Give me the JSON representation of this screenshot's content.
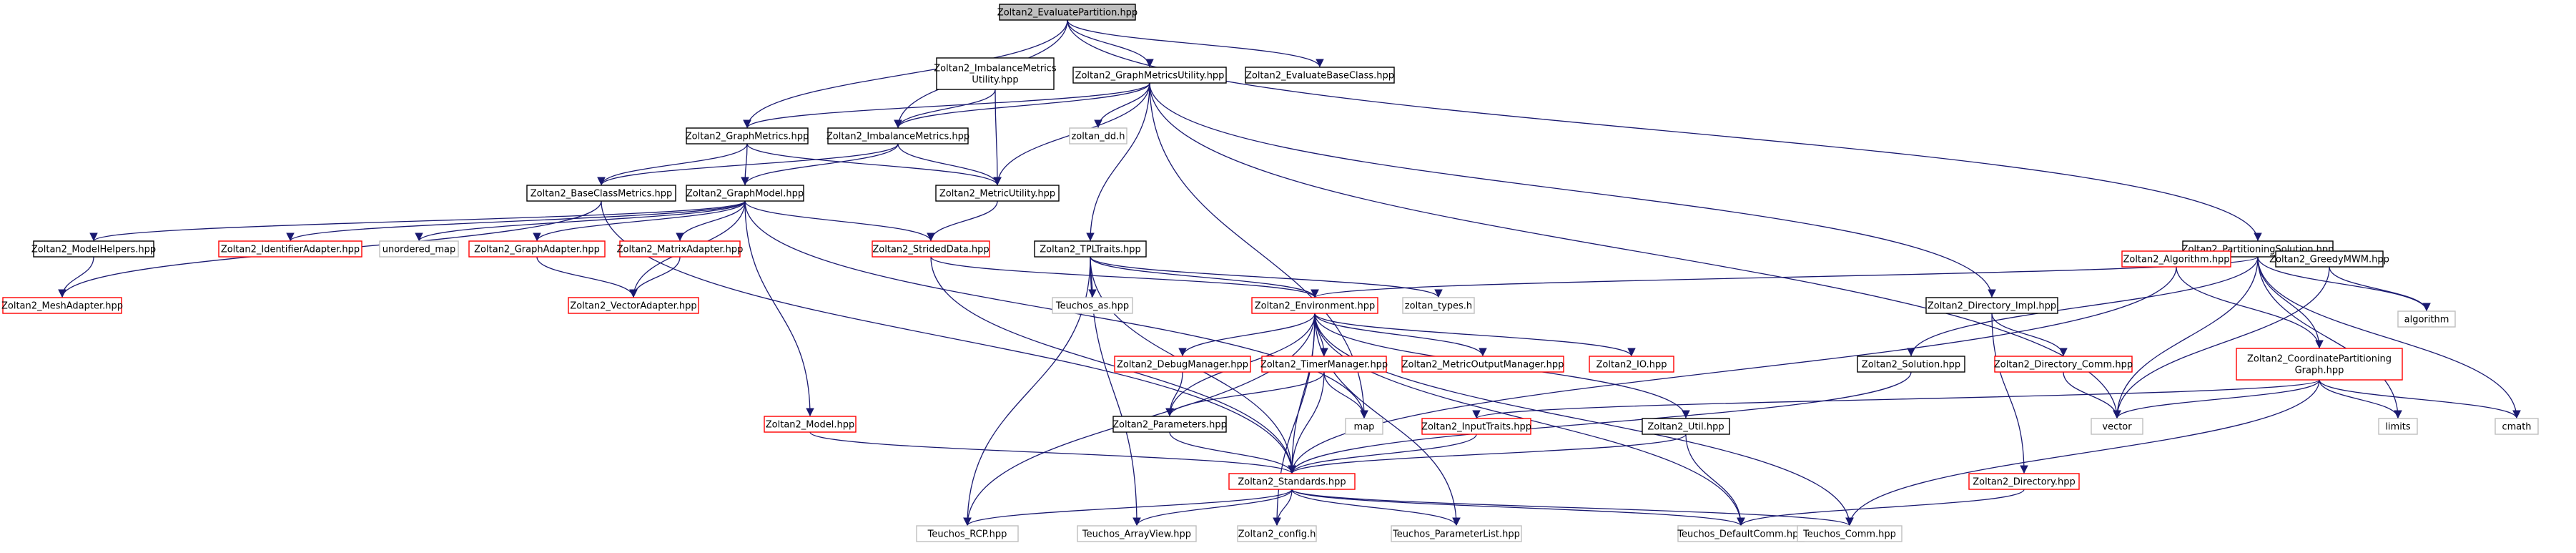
{
  "diagram": {
    "title": "Zoltan2_EvaluatePartition.hpp",
    "colors": {
      "edge": "#191970",
      "normal_border": "#000000",
      "undocumented_border": "#ff0000",
      "external_border": "#bfbfbf",
      "root_fill": "#bfbfbf",
      "node_fill": "#ffffff"
    },
    "nodes": [
      {
        "id": "root",
        "kind": "root",
        "lines": [
          "Zoltan2_EvaluatePartition.hpp"
        ]
      },
      {
        "id": "imbmetricsutil",
        "kind": "normal",
        "lines": [
          "Zoltan2_ImbalanceMetrics",
          "Utility.hpp"
        ]
      },
      {
        "id": "graphmetricsutil",
        "kind": "normal",
        "lines": [
          "Zoltan2_GraphMetricsUtility.hpp"
        ]
      },
      {
        "id": "evalbase",
        "kind": "normal",
        "lines": [
          "Zoltan2_EvaluateBaseClass.hpp"
        ]
      },
      {
        "id": "graphmetrics",
        "kind": "normal",
        "lines": [
          "Zoltan2_GraphMetrics.hpp"
        ]
      },
      {
        "id": "imbmetrics",
        "kind": "normal",
        "lines": [
          "Zoltan2_ImbalanceMetrics.hpp"
        ]
      },
      {
        "id": "zoltandd",
        "kind": "external",
        "lines": [
          "zoltan_dd.h"
        ]
      },
      {
        "id": "basemetrics",
        "kind": "normal",
        "lines": [
          "Zoltan2_BaseClassMetrics.hpp"
        ]
      },
      {
        "id": "graphmodel",
        "kind": "normal",
        "lines": [
          "Zoltan2_GraphModel.hpp"
        ]
      },
      {
        "id": "metricutil",
        "kind": "normal",
        "lines": [
          "Zoltan2_MetricUtility.hpp"
        ]
      },
      {
        "id": "modelhelpers",
        "kind": "normal",
        "lines": [
          "Zoltan2_ModelHelpers.hpp"
        ]
      },
      {
        "id": "identadapter",
        "kind": "undocumented",
        "lines": [
          "Zoltan2_IdentifierAdapter.hpp"
        ]
      },
      {
        "id": "unorderedmap",
        "kind": "external",
        "lines": [
          "unordered_map"
        ]
      },
      {
        "id": "graphadapter",
        "kind": "undocumented",
        "lines": [
          "Zoltan2_GraphAdapter.hpp"
        ]
      },
      {
        "id": "matrixadapter",
        "kind": "undocumented",
        "lines": [
          "Zoltan2_MatrixAdapter.hpp"
        ]
      },
      {
        "id": "strideddata",
        "kind": "undocumented",
        "lines": [
          "Zoltan2_StridedData.hpp"
        ]
      },
      {
        "id": "tpltraits",
        "kind": "normal",
        "lines": [
          "Zoltan2_TPLTraits.hpp"
        ]
      },
      {
        "id": "meshadapter",
        "kind": "undocumented",
        "lines": [
          "Zoltan2_MeshAdapter.hpp"
        ]
      },
      {
        "id": "vectoradapter",
        "kind": "undocumented",
        "lines": [
          "Zoltan2_VectorAdapter.hpp"
        ]
      },
      {
        "id": "teuchosas",
        "kind": "external",
        "lines": [
          "Teuchos_as.hpp"
        ]
      },
      {
        "id": "environment",
        "kind": "undocumented",
        "lines": [
          "Zoltan2_Environment.hpp"
        ]
      },
      {
        "id": "zoltantypes",
        "kind": "external",
        "lines": [
          "zoltan_types.h"
        ]
      },
      {
        "id": "partsol",
        "kind": "normal",
        "lines": [
          "Zoltan2_PartitioningSolution.hpp"
        ]
      },
      {
        "id": "algorithm2",
        "kind": "undocumented",
        "lines": [
          "Zoltan2_Algorithm.hpp"
        ]
      },
      {
        "id": "greedymwm",
        "kind": "normal",
        "lines": [
          "Zoltan2_GreedyMWM.hpp"
        ]
      },
      {
        "id": "dirimpl",
        "kind": "normal",
        "lines": [
          "Zoltan2_Directory_Impl.hpp"
        ]
      },
      {
        "id": "debugmgr",
        "kind": "undocumented",
        "lines": [
          "Zoltan2_DebugManager.hpp"
        ]
      },
      {
        "id": "timermgr",
        "kind": "undocumented",
        "lines": [
          "Zoltan2_TimerManager.hpp"
        ]
      },
      {
        "id": "metricoutmgr",
        "kind": "undocumented",
        "lines": [
          "Zoltan2_MetricOutputManager.hpp"
        ]
      },
      {
        "id": "zio",
        "kind": "undocumented",
        "lines": [
          "Zoltan2_IO.hpp"
        ]
      },
      {
        "id": "solution",
        "kind": "normal",
        "lines": [
          "Zoltan2_Solution.hpp"
        ]
      },
      {
        "id": "dircomm",
        "kind": "undocumented",
        "lines": [
          "Zoltan2_Directory_Comm.hpp"
        ]
      },
      {
        "id": "coordpartgraph",
        "kind": "undocumented",
        "lines": [
          "Zoltan2_CoordinatePartitioning",
          "Graph.hpp"
        ]
      },
      {
        "id": "stdalgorithm",
        "kind": "external",
        "lines": [
          "algorithm"
        ]
      },
      {
        "id": "parameters",
        "kind": "normal",
        "lines": [
          "Zoltan2_Parameters.hpp"
        ]
      },
      {
        "id": "model",
        "kind": "undocumented",
        "lines": [
          "Zoltan2_Model.hpp"
        ]
      },
      {
        "id": "map",
        "kind": "external",
        "lines": [
          "map"
        ]
      },
      {
        "id": "inputtraits",
        "kind": "undocumented",
        "lines": [
          "Zoltan2_InputTraits.hpp"
        ]
      },
      {
        "id": "util",
        "kind": "normal",
        "lines": [
          "Zoltan2_Util.hpp"
        ]
      },
      {
        "id": "vector",
        "kind": "external",
        "lines": [
          "vector"
        ]
      },
      {
        "id": "limits",
        "kind": "external",
        "lines": [
          "limits"
        ]
      },
      {
        "id": "cmath",
        "kind": "external",
        "lines": [
          "cmath"
        ]
      },
      {
        "id": "standards",
        "kind": "undocumented",
        "lines": [
          "Zoltan2_Standards.hpp"
        ]
      },
      {
        "id": "directory",
        "kind": "undocumented",
        "lines": [
          "Zoltan2_Directory.hpp"
        ]
      },
      {
        "id": "teuchosrcp",
        "kind": "external",
        "lines": [
          "Teuchos_RCP.hpp"
        ]
      },
      {
        "id": "arrayview",
        "kind": "external",
        "lines": [
          "Teuchos_ArrayView.hpp"
        ]
      },
      {
        "id": "config",
        "kind": "external",
        "lines": [
          "Zoltan2_config.h"
        ]
      },
      {
        "id": "paramlist",
        "kind": "external",
        "lines": [
          "Teuchos_ParameterList.hpp"
        ]
      },
      {
        "id": "defaultcomm",
        "kind": "external",
        "lines": [
          "Teuchos_DefaultComm.hpp"
        ]
      },
      {
        "id": "teuchoscomm",
        "kind": "external",
        "lines": [
          "Teuchos_Comm.hpp"
        ]
      }
    ],
    "edges": [
      [
        "root",
        "graphmetrics"
      ],
      [
        "root",
        "imbmetrics"
      ],
      [
        "root",
        "graphmetricsutil"
      ],
      [
        "root",
        "evalbase"
      ],
      [
        "root",
        "partsol"
      ],
      [
        "imbmetricsutil",
        "imbmetrics"
      ],
      [
        "imbmetricsutil",
        "metricutil"
      ],
      [
        "graphmetricsutil",
        "imbmetrics"
      ],
      [
        "graphmetricsutil",
        "graphmetrics"
      ],
      [
        "graphmetricsutil",
        "zoltandd"
      ],
      [
        "graphmetricsutil",
        "metricutil"
      ],
      [
        "graphmetricsutil",
        "tpltraits"
      ],
      [
        "graphmetricsutil",
        "map"
      ],
      [
        "graphmetricsutil",
        "dirimpl"
      ],
      [
        "graphmetricsutil",
        "vector"
      ],
      [
        "graphmetrics",
        "basemetrics"
      ],
      [
        "graphmetrics",
        "graphmodel"
      ],
      [
        "graphmetrics",
        "metricutil"
      ],
      [
        "imbmetrics",
        "basemetrics"
      ],
      [
        "imbmetrics",
        "graphmodel"
      ],
      [
        "imbmetrics",
        "metricutil"
      ],
      [
        "basemetrics",
        "meshadapter"
      ],
      [
        "basemetrics",
        "standards"
      ],
      [
        "metricutil",
        "strideddata"
      ],
      [
        "graphmodel",
        "modelhelpers"
      ],
      [
        "graphmodel",
        "identadapter"
      ],
      [
        "graphmodel",
        "unorderedmap"
      ],
      [
        "graphmodel",
        "graphadapter"
      ],
      [
        "graphmodel",
        "matrixadapter"
      ],
      [
        "graphmodel",
        "vectoradapter"
      ],
      [
        "graphmodel",
        "strideddata"
      ],
      [
        "graphmodel",
        "model"
      ],
      [
        "graphmodel",
        "map"
      ],
      [
        "modelhelpers",
        "meshadapter"
      ],
      [
        "graphadapter",
        "vectoradapter"
      ],
      [
        "matrixadapter",
        "vectoradapter"
      ],
      [
        "strideddata",
        "environment"
      ],
      [
        "strideddata",
        "standards"
      ],
      [
        "tpltraits",
        "teuchosas"
      ],
      [
        "tpltraits",
        "environment"
      ],
      [
        "tpltraits",
        "zoltantypes"
      ],
      [
        "tpltraits",
        "standards"
      ],
      [
        "tpltraits",
        "teuchosrcp"
      ],
      [
        "tpltraits",
        "arrayview"
      ],
      [
        "environment",
        "debugmgr"
      ],
      [
        "environment",
        "timermgr"
      ],
      [
        "environment",
        "metricoutmgr"
      ],
      [
        "environment",
        "zio"
      ],
      [
        "environment",
        "parameters"
      ],
      [
        "environment",
        "standards"
      ],
      [
        "environment",
        "util"
      ],
      [
        "environment",
        "teuchosrcp"
      ],
      [
        "environment",
        "paramlist"
      ],
      [
        "environment",
        "defaultcomm"
      ],
      [
        "environment",
        "teuchoscomm"
      ],
      [
        "environment",
        "config"
      ],
      [
        "debugmgr",
        "parameters"
      ],
      [
        "timermgr",
        "parameters"
      ],
      [
        "timermgr",
        "map"
      ],
      [
        "timermgr",
        "standards"
      ],
      [
        "parameters",
        "standards"
      ],
      [
        "model",
        "standards"
      ],
      [
        "inputtraits",
        "standards"
      ],
      [
        "util",
        "standards"
      ],
      [
        "util",
        "defaultcomm"
      ],
      [
        "partsol",
        "environment"
      ],
      [
        "partsol",
        "solution"
      ],
      [
        "partsol",
        "algorithm2"
      ],
      [
        "partsol",
        "greedymwm"
      ],
      [
        "partsol",
        "coordpartgraph"
      ],
      [
        "partsol",
        "stdalgorithm"
      ],
      [
        "partsol",
        "vector"
      ],
      [
        "partsol",
        "limits"
      ],
      [
        "partsol",
        "cmath"
      ],
      [
        "algorithm2",
        "partsol"
      ],
      [
        "algorithm2",
        "coordpartgraph"
      ],
      [
        "algorithm2",
        "standards"
      ],
      [
        "greedymwm",
        "vector"
      ],
      [
        "greedymwm",
        "stdalgorithm"
      ],
      [
        "coordpartgraph",
        "vector"
      ],
      [
        "coordpartgraph",
        "limits"
      ],
      [
        "coordpartgraph",
        "cmath"
      ],
      [
        "coordpartgraph",
        "inputtraits"
      ],
      [
        "coordpartgraph",
        "teuchoscomm"
      ],
      [
        "solution",
        "standards"
      ],
      [
        "dirimpl",
        "dircomm"
      ],
      [
        "dirimpl",
        "directory"
      ],
      [
        "dircomm",
        "vector"
      ],
      [
        "directory",
        "defaultcomm"
      ],
      [
        "standards",
        "teuchosrcp"
      ],
      [
        "standards",
        "arrayview"
      ],
      [
        "standards",
        "config"
      ],
      [
        "standards",
        "paramlist"
      ],
      [
        "standards",
        "defaultcomm"
      ],
      [
        "standards",
        "teuchoscomm"
      ]
    ]
  }
}
